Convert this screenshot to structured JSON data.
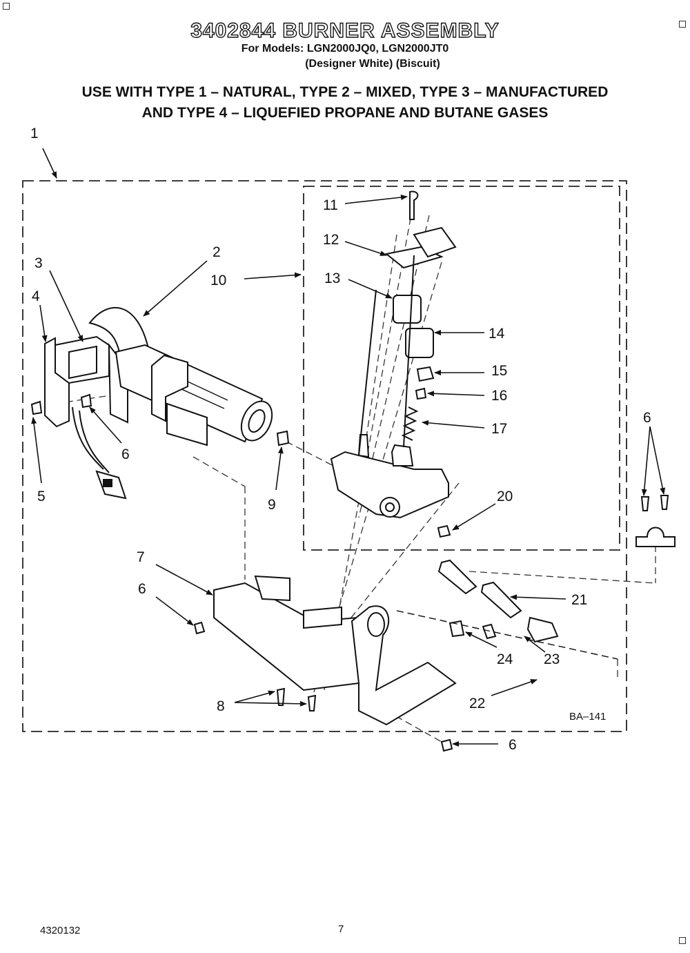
{
  "header": {
    "title": "3402844 BURNER ASSEMBLY",
    "models_line": "For Models: LGN2000JQ0, LGN2000JT0",
    "variants_line": "(Designer White)   (Biscuit)",
    "gas_line_1": "USE WITH TYPE 1 – NATURAL, TYPE 2 – MIXED, TYPE 3 – MANUFACTURED",
    "gas_line_2": "AND TYPE 4 – LIQUEFIED PROPANE AND BUTANE GASES"
  },
  "callouts": {
    "c1": "1",
    "c2": "2",
    "c3": "3",
    "c4": "4",
    "c5": "5",
    "c6": "6",
    "c7": "7",
    "c8": "8",
    "c9": "9",
    "c10": "10",
    "c11": "11",
    "c12": "12",
    "c13": "13",
    "c14": "14",
    "c15": "15",
    "c16": "16",
    "c17": "17",
    "c20": "20",
    "c21": "21",
    "c22": "22",
    "c23": "23",
    "c24": "24"
  },
  "diagram_code": "BA–141",
  "footer": {
    "doc_number": "4320132",
    "page_number": "7"
  }
}
